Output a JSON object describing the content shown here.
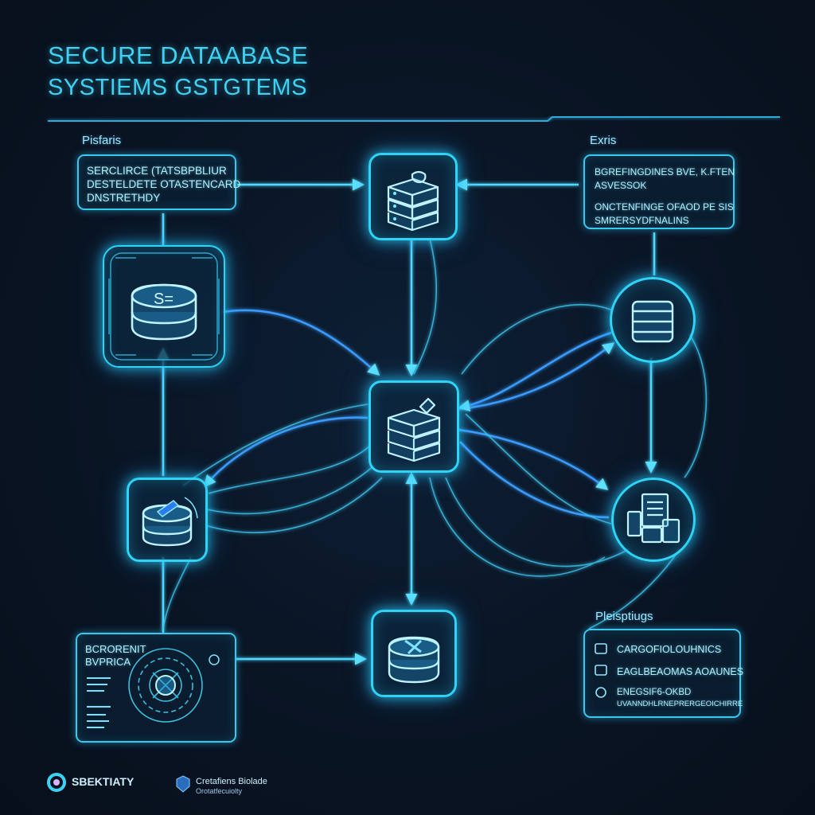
{
  "header": {
    "title_line1": "SECURE DATAABASE",
    "title_line2": "SYSTIEMS GSTGTEMS"
  },
  "labels": {
    "top_left": "Pisfaris",
    "top_right": "Exris",
    "bottom_right": "Pleisptiugs"
  },
  "panels": {
    "top_left_lines": [
      "SERCLIRCE (TATSBPBLIUR",
      "DESTELDETE OTASTENCARD",
      "DNSTRETHDY"
    ],
    "top_right_lines": [
      "BGREFINGDINES BVE, K.FTEN",
      "ASVESSOK",
      "ONCTENFINGE OFAOD PE SIS",
      "SMRERSYDFNALINS"
    ],
    "bottom_left_title": [
      "BCRORENIT",
      "BVPRICA"
    ],
    "bottom_right_lines": [
      "CARGOFIOLOUHNICS",
      "EAGLBEAOMAS AOAUNES",
      "ENEGSIF6-OKBD",
      "UVANNDHLRNEPRERGEOICHIRRE"
    ]
  },
  "nodes": {
    "left_db_label": "S="
  },
  "footer": {
    "brand": "SBEKTIATY",
    "tagline_line1": "Cretafiens Biolade",
    "tagline_line2": "Orotatfecuiolty"
  },
  "colors": {
    "glow": "#2fd3f5",
    "accent": "#3fd0f2",
    "line_blue": "#3a8cff",
    "background": "#0a1626"
  }
}
